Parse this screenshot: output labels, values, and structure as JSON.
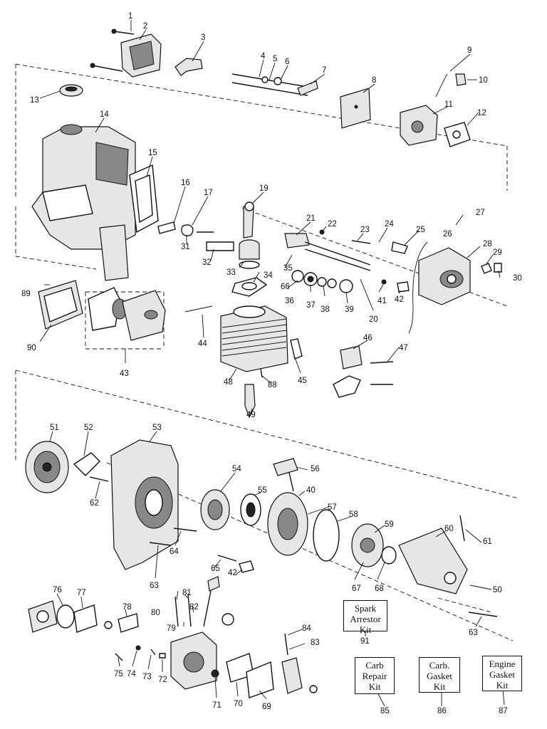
{
  "callouts": [
    "1",
    "2",
    "3",
    "4",
    "5",
    "6",
    "7",
    "8",
    "9",
    "10",
    "11",
    "12",
    "13",
    "14",
    "15",
    "16",
    "17",
    "19",
    "20",
    "21",
    "22",
    "23",
    "24",
    "25",
    "26",
    "27",
    "28",
    "29",
    "30",
    "31",
    "32",
    "33",
    "34",
    "35",
    "36",
    "37",
    "38",
    "39",
    "40",
    "41",
    "42",
    "42",
    "43",
    "44",
    "45",
    "46",
    "47",
    "48",
    "49",
    "50",
    "51",
    "52",
    "53",
    "54",
    "55",
    "56",
    "57",
    "58",
    "59",
    "60",
    "61",
    "62",
    "63",
    "63",
    "64",
    "65",
    "66",
    "67",
    "68",
    "69",
    "70",
    "71",
    "72",
    "73",
    "74",
    "75",
    "76",
    "77",
    "78",
    "79",
    "80",
    "81",
    "82",
    "83",
    "84",
    "85",
    "86",
    "87",
    "88",
    "89",
    "90",
    "91"
  ],
  "kits": {
    "spark_arrestor": {
      "lines": [
        "Spark",
        "Arrestor",
        "Kit"
      ],
      "number": "91"
    },
    "carb_repair": {
      "lines": [
        "Carb",
        "Repair",
        "Kit"
      ],
      "number": "85"
    },
    "carb_gasket": {
      "lines": [
        "Carb.",
        "Gasket",
        "Kit"
      ],
      "number": "86"
    },
    "engine_gasket": {
      "lines": [
        "Engine",
        "Gasket",
        "Kit"
      ],
      "number": "87"
    }
  }
}
